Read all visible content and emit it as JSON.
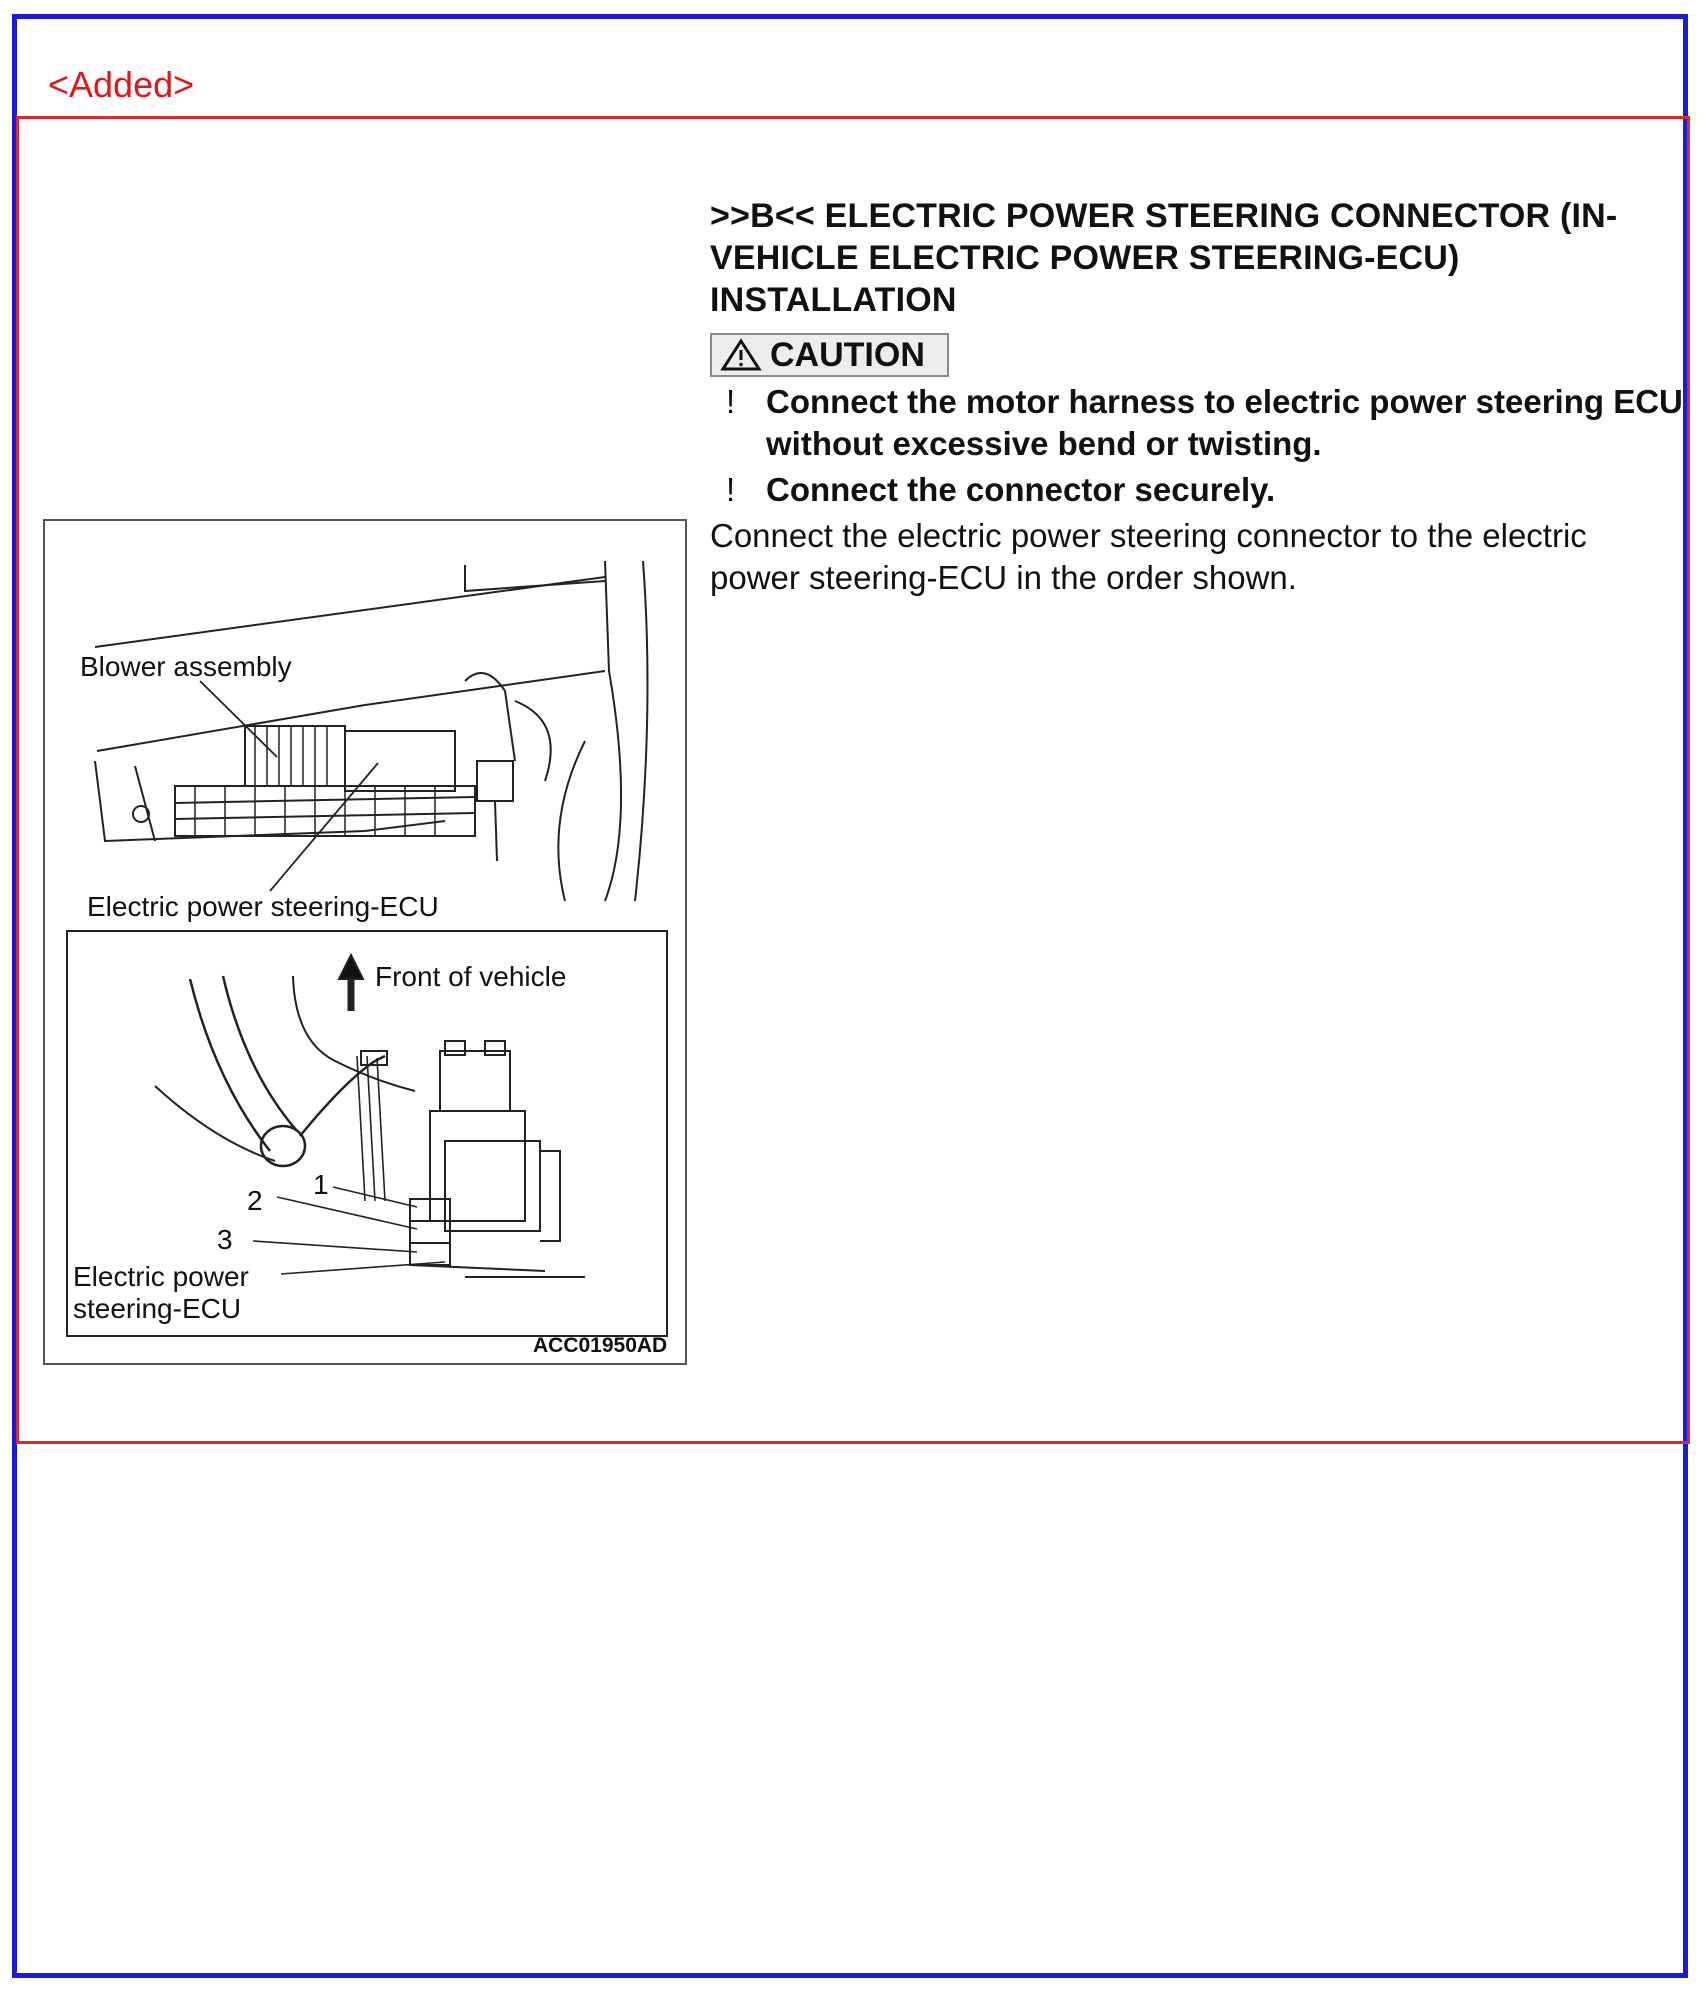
{
  "header": {
    "added_label": "<Added>"
  },
  "figure": {
    "label_blower": "Blower assembly",
    "label_eps_ecu": "Electric power steering-ECU",
    "label_front": "Front of vehicle",
    "label_connector_1": "1",
    "label_connector_2": "2",
    "label_connector_3": "3",
    "label_eps_ecu_line1": "Electric power",
    "label_eps_ecu_line2": "steering-ECU",
    "code": "ACC01950AD"
  },
  "section": {
    "heading": ">>B<< ELECTRIC POWER STEERING CONNECTOR (IN-VEHICLE ELECTRIC POWER STEERING-ECU) INSTALLATION",
    "caution_label": "CAUTION",
    "bullet_mark": "!",
    "cautions": [
      "Connect the motor harness to electric power steering ECU without excessive bend or twisting.",
      "Connect the connector securely."
    ],
    "body": "Connect the electric power steering connector to the electric power steering-ECU in the order shown."
  }
}
